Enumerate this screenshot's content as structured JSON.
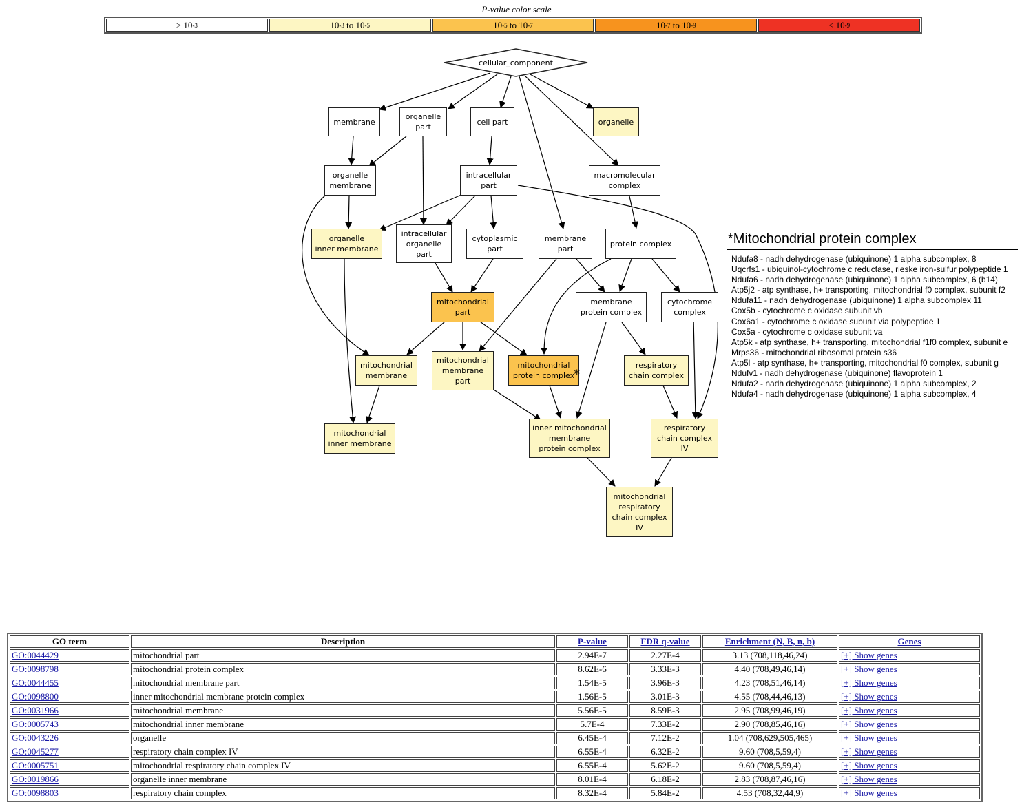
{
  "scale": {
    "title": "P-value color scale",
    "bins": [
      {
        "pre": "> 10",
        "sup": "-3",
        "mid": "",
        "sup2": "",
        "color": "#ffffff"
      },
      {
        "pre": "10",
        "sup": "-3",
        "mid": " to 10",
        "sup2": "-5",
        "color": "#fdf6c3"
      },
      {
        "pre": "10",
        "sup": "-5",
        "mid": " to 10",
        "sup2": "-7",
        "color": "#fbc34e"
      },
      {
        "pre": "10",
        "sup": "-7",
        "mid": " to 10",
        "sup2": "-9",
        "color": "#f7931e"
      },
      {
        "pre": "< 10",
        "sup": "-9",
        "mid": "",
        "sup2": "",
        "color": "#ee3224"
      }
    ]
  },
  "graph": {
    "root": "cellular_component",
    "nodes": {
      "membrane": "membrane",
      "organelle_part": "organelle\npart",
      "cell_part": "cell part",
      "organelle": "organelle",
      "organelle_membrane": "organelle\nmembrane",
      "intracellular_part": "intracellular\npart",
      "macromolecular_complex": "macromolecular\ncomplex",
      "organelle_inner_membrane": "organelle\ninner membrane",
      "intracellular_organelle_part": "intracellular\norganelle\npart",
      "cytoplasmic_part": "cytoplasmic\npart",
      "membrane_part": "membrane\npart",
      "protein_complex": "protein complex",
      "mitochondrial_part": "mitochondrial\npart",
      "membrane_protein_complex": "membrane\nprotein complex",
      "cytochrome_complex": "cytochrome\ncomplex",
      "mitochondrial_membrane": "mitochondrial\nmembrane",
      "mitochondrial_membrane_part": "mitochondrial\nmembrane\npart",
      "mitochondrial_protein_complex": "mitochondrial\nprotein complex",
      "respiratory_chain_complex": "respiratory\nchain complex",
      "mitochondrial_inner_membrane": "mitochondrial\ninner membrane",
      "inner_mito_membrane_protein_complex": "inner mitochondrial\nmembrane\nprotein complex",
      "respiratory_chain_complex_iv": "respiratory\nchain complex\nIV",
      "mito_respiratory_chain_complex_iv": "mitochondrial\nrespiratory\nchain complex\nIV"
    },
    "highlight_marker": "*"
  },
  "genes": {
    "title": "*Mitochondrial protein complex",
    "items": [
      "Ndufa8  -  nadh dehydrogenase (ubiquinone) 1 alpha subcomplex, 8",
      "Uqcrfs1  -  ubiquinol-cytochrome c reductase, rieske iron-sulfur polypeptide 1",
      "Ndufa6  -  nadh dehydrogenase (ubiquinone) 1 alpha subcomplex, 6 (b14)",
      "Atp5j2  -  atp synthase, h+ transporting, mitochondrial f0 complex, subunit f2",
      "Ndufa11  -  nadh dehydrogenase (ubiquinone) 1 alpha subcomplex 11",
      "Cox5b  -  cytochrome c oxidase subunit vb",
      "Cox6a1  -  cytochrome c oxidase subunit via polypeptide 1",
      "Cox5a  -  cytochrome c oxidase subunit va",
      "Atp5k  -  atp synthase, h+ transporting, mitochondrial f1f0 complex, subunit e",
      "Mrps36  -  mitochondrial ribosomal protein s36",
      "Atp5l  -  atp synthase, h+ transporting, mitochondrial f0 complex, subunit g",
      "Ndufv1  -  nadh dehydrogenase (ubiquinone) flavoprotein 1",
      "Ndufa2  -  nadh dehydrogenase (ubiquinone) 1 alpha subcomplex, 2",
      "Ndufa4  -  nadh dehydrogenase (ubiquinone) 1 alpha subcomplex, 4"
    ]
  },
  "table": {
    "headers": {
      "go_term": "GO term",
      "description": "Description",
      "p_value": "P-value",
      "fdr": "FDR q-value",
      "enrichment": "Enrichment (N, B, n, b)",
      "genes": "Genes"
    },
    "rows": [
      {
        "go": "GO:0044429",
        "desc": "mitochondrial part",
        "p": "2.94E-7",
        "q": "2.27E-4",
        "enr": "3.13 (708,118,46,24)",
        "genes": "[+] Show genes"
      },
      {
        "go": "GO:0098798",
        "desc": "mitochondrial protein complex",
        "p": "8.62E-6",
        "q": "3.33E-3",
        "enr": "4.40 (708,49,46,14)",
        "genes": "[+] Show genes"
      },
      {
        "go": "GO:0044455",
        "desc": "mitochondrial membrane part",
        "p": "1.54E-5",
        "q": "3.96E-3",
        "enr": "4.23 (708,51,46,14)",
        "genes": "[+] Show genes"
      },
      {
        "go": "GO:0098800",
        "desc": "inner mitochondrial membrane protein complex",
        "p": "1.56E-5",
        "q": "3.01E-3",
        "enr": "4.55 (708,44,46,13)",
        "genes": "[+] Show genes"
      },
      {
        "go": "GO:0031966",
        "desc": "mitochondrial membrane",
        "p": "5.56E-5",
        "q": "8.59E-3",
        "enr": "2.95 (708,99,46,19)",
        "genes": "[+] Show genes"
      },
      {
        "go": "GO:0005743",
        "desc": "mitochondrial inner membrane",
        "p": "5.7E-4",
        "q": "7.33E-2",
        "enr": "2.90 (708,85,46,16)",
        "genes": "[+] Show genes"
      },
      {
        "go": "GO:0043226",
        "desc": "organelle",
        "p": "6.45E-4",
        "q": "7.12E-2",
        "enr": "1.04 (708,629,505,465)",
        "genes": "[+] Show genes"
      },
      {
        "go": "GO:0045277",
        "desc": "respiratory chain complex IV",
        "p": "6.55E-4",
        "q": "6.32E-2",
        "enr": "9.60 (708,5,59,4)",
        "genes": "[+] Show genes"
      },
      {
        "go": "GO:0005751",
        "desc": "mitochondrial respiratory chain complex IV",
        "p": "6.55E-4",
        "q": "5.62E-2",
        "enr": "9.60 (708,5,59,4)",
        "genes": "[+] Show genes"
      },
      {
        "go": "GO:0019866",
        "desc": "organelle inner membrane",
        "p": "8.01E-4",
        "q": "6.18E-2",
        "enr": "2.83 (708,87,46,16)",
        "genes": "[+] Show genes"
      },
      {
        "go": "GO:0098803",
        "desc": "respiratory chain complex",
        "p": "8.32E-4",
        "q": "5.84E-2",
        "enr": "4.53 (708,32,44,9)",
        "genes": "[+] Show genes"
      }
    ]
  }
}
